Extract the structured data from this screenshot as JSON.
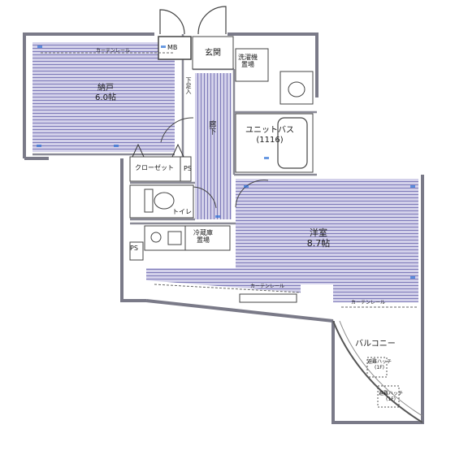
{
  "rooms": {
    "storage": {
      "name": "納戸",
      "size": "6.0帖"
    },
    "western": {
      "name": "洋室",
      "size": "8.7帖"
    },
    "corridor": "廊下",
    "entrance": "玄関",
    "mb": "MB",
    "laundry": "洗濯機\n置場",
    "bath": "ユニットバス\n(1116)",
    "closet": "クローゼット",
    "ps_closet": "PS",
    "toilet": "トイレ",
    "fridge": "冷蔵庫\n置場",
    "ps_kitchen": "PS",
    "shoebox": "下足入",
    "balcony": "バルコニー",
    "evac_hatch": "避難ハッチ\n(1F)",
    "evac_hatch2": "避難ハッチ\n(1F)"
  },
  "labels": {
    "curtain_rail_top": "カーテンレール",
    "curtain_rail_mid": "カーテンレール",
    "curtain_rail_bottom": "カーテンレール"
  },
  "colors": {
    "floor_fill": "#c9c7e3",
    "floor_stripe": "#8e8bc0",
    "wall": "#7a7a88",
    "accent_blue": "#2a6fd6"
  }
}
